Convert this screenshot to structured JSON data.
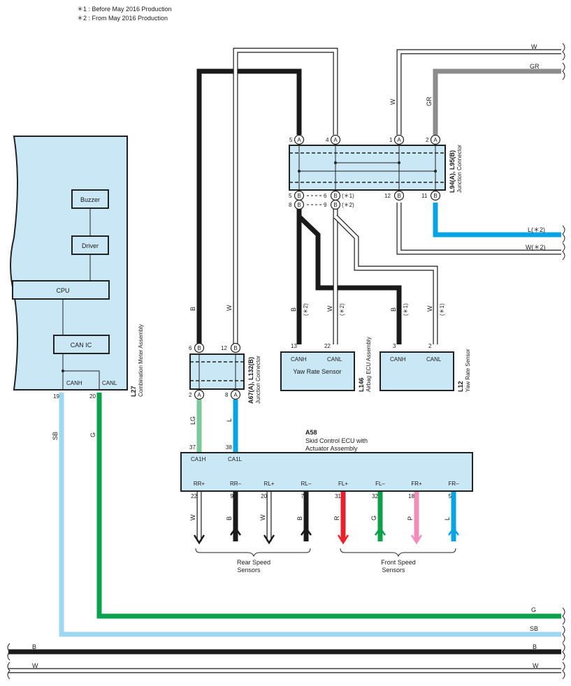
{
  "notes": [
    "＊1 : Before May 2016 Production",
    "＊2 : From May 2016 Production"
  ],
  "colors": {
    "B": "#1a1a1a",
    "W": "#ffffff",
    "GR": "#8c8c8c",
    "L": "#0aa3e3",
    "SB": "#9fd6f2",
    "G": "#0aa14a",
    "LG": "#7cc99a",
    "R": "#e8212b",
    "P": "#ef8fb9",
    "box_fill": "#c9e7f5"
  },
  "meter": {
    "id": "L27",
    "name": "Combination Meter Assembly",
    "blocks": {
      "buzzer": "Buzzer",
      "driver": "Driver",
      "cpu": "CPU",
      "can_ic": "CAN IC"
    },
    "canh": "CANH",
    "canl": "CANL",
    "pin_canh": "19",
    "pin_canl": "20"
  },
  "jc_top": {
    "id": "L94(A), L95(B)",
    "name": "Junction Connector",
    "top_pins": [
      "5",
      "4",
      "1",
      "2"
    ],
    "bottom_pins": [
      "5",
      "6",
      "12",
      "11"
    ],
    "bottom_pins2": [
      "8",
      "9"
    ],
    "pin_letter_a": "A",
    "pin_letter_b": "B",
    "star1": "(＊1)",
    "star2": "(＊2)"
  },
  "jc_mid": {
    "id": "A67(A), L132(B)",
    "name": "Junction Connector",
    "top_pins": [
      "6",
      "12"
    ],
    "bottom_pins": [
      "2",
      "8"
    ]
  },
  "airbag": {
    "id": "L146",
    "name": "Airbag ECU Assembly",
    "inner": "Yaw Rate Sensor",
    "canh": "CANH",
    "canl": "CANL",
    "pin_canh": "13",
    "pin_canl": "22"
  },
  "yaw": {
    "id": "L12",
    "name": "Yaw Rate Sensor",
    "canh": "CANH",
    "canl": "CANL",
    "pin_canh": "3",
    "pin_canl": "2"
  },
  "ecu": {
    "id": "A58",
    "name_line1": "Skid Control ECU with",
    "name_line2": "Actuator Assembly",
    "ca1h": "CA1H",
    "ca1l": "CA1L",
    "pin_ca1h": "37",
    "pin_ca1l": "38",
    "terminals": [
      {
        "label": "RR+",
        "pin": "22",
        "wire": "W"
      },
      {
        "label": "RR–",
        "pin": "9",
        "wire": "B"
      },
      {
        "label": "RL+",
        "pin": "20",
        "wire": "W"
      },
      {
        "label": "RL–",
        "pin": "7",
        "wire": "B"
      },
      {
        "label": "FL+",
        "pin": "31",
        "wire": "R"
      },
      {
        "label": "FL–",
        "pin": "32",
        "wire": "G"
      },
      {
        "label": "FR+",
        "pin": "18",
        "wire": "P"
      },
      {
        "label": "FR–",
        "pin": "5",
        "wire": "L"
      }
    ]
  },
  "groups": {
    "rear_l1": "Rear Speed",
    "rear_l2": "Sensors",
    "front_l1": "Front Speed",
    "front_l2": "Sensors"
  },
  "wires": {
    "w_top": "W",
    "gr_top": "GR",
    "l2": "L(＊2)",
    "w2": "W(＊2)",
    "g_bottom": "G",
    "sb_bottom": "SB",
    "b_bus": "B",
    "w_bus": "W",
    "meter_sb": "SB",
    "meter_g": "G",
    "jcm_b": "B",
    "jcm_w": "W",
    "jcm_lg": "LG",
    "jcm_l": "L",
    "airbag_b": "B",
    "airbag_w": "W",
    "yaw_b": "B",
    "yaw_w": "W",
    "star1": "(＊1)",
    "star2": "(＊2)",
    "jct_w": "W",
    "jct_gr": "GR"
  }
}
